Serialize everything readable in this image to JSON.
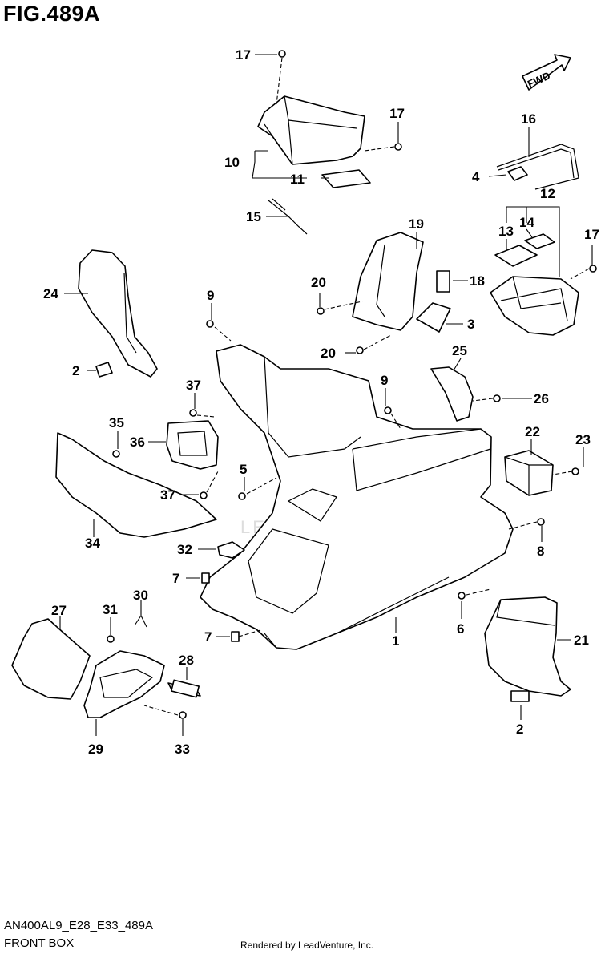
{
  "figure": {
    "title": "FIG.489A",
    "code": "AN400AL9_E28_E33_489A",
    "name": "FRONT BOX",
    "credit": "Rendered by LeadVenture, Inc.",
    "watermark": "LEADVENTURE",
    "fwd_label": "FWD"
  },
  "callouts": {
    "c1": "1",
    "c2a": "2",
    "c2b": "2",
    "c3": "3",
    "c4": "4",
    "c5": "5",
    "c6": "6",
    "c7a": "7",
    "c7b": "7",
    "c8": "8",
    "c9a": "9",
    "c9b": "9",
    "c10": "10",
    "c11": "11",
    "c12": "12",
    "c13": "13",
    "c14": "14",
    "c15": "15",
    "c16": "16",
    "c17a": "17",
    "c17b": "17",
    "c17c": "17",
    "c18": "18",
    "c19": "19",
    "c20a": "20",
    "c20b": "20",
    "c21": "21",
    "c22": "22",
    "c23": "23",
    "c24": "24",
    "c25": "25",
    "c26": "26",
    "c27": "27",
    "c28": "28",
    "c29": "29",
    "c30": "30",
    "c31": "31",
    "c32": "32",
    "c33": "33",
    "c34": "34",
    "c35": "35",
    "c36": "36",
    "c37a": "37",
    "c37b": "37"
  }
}
